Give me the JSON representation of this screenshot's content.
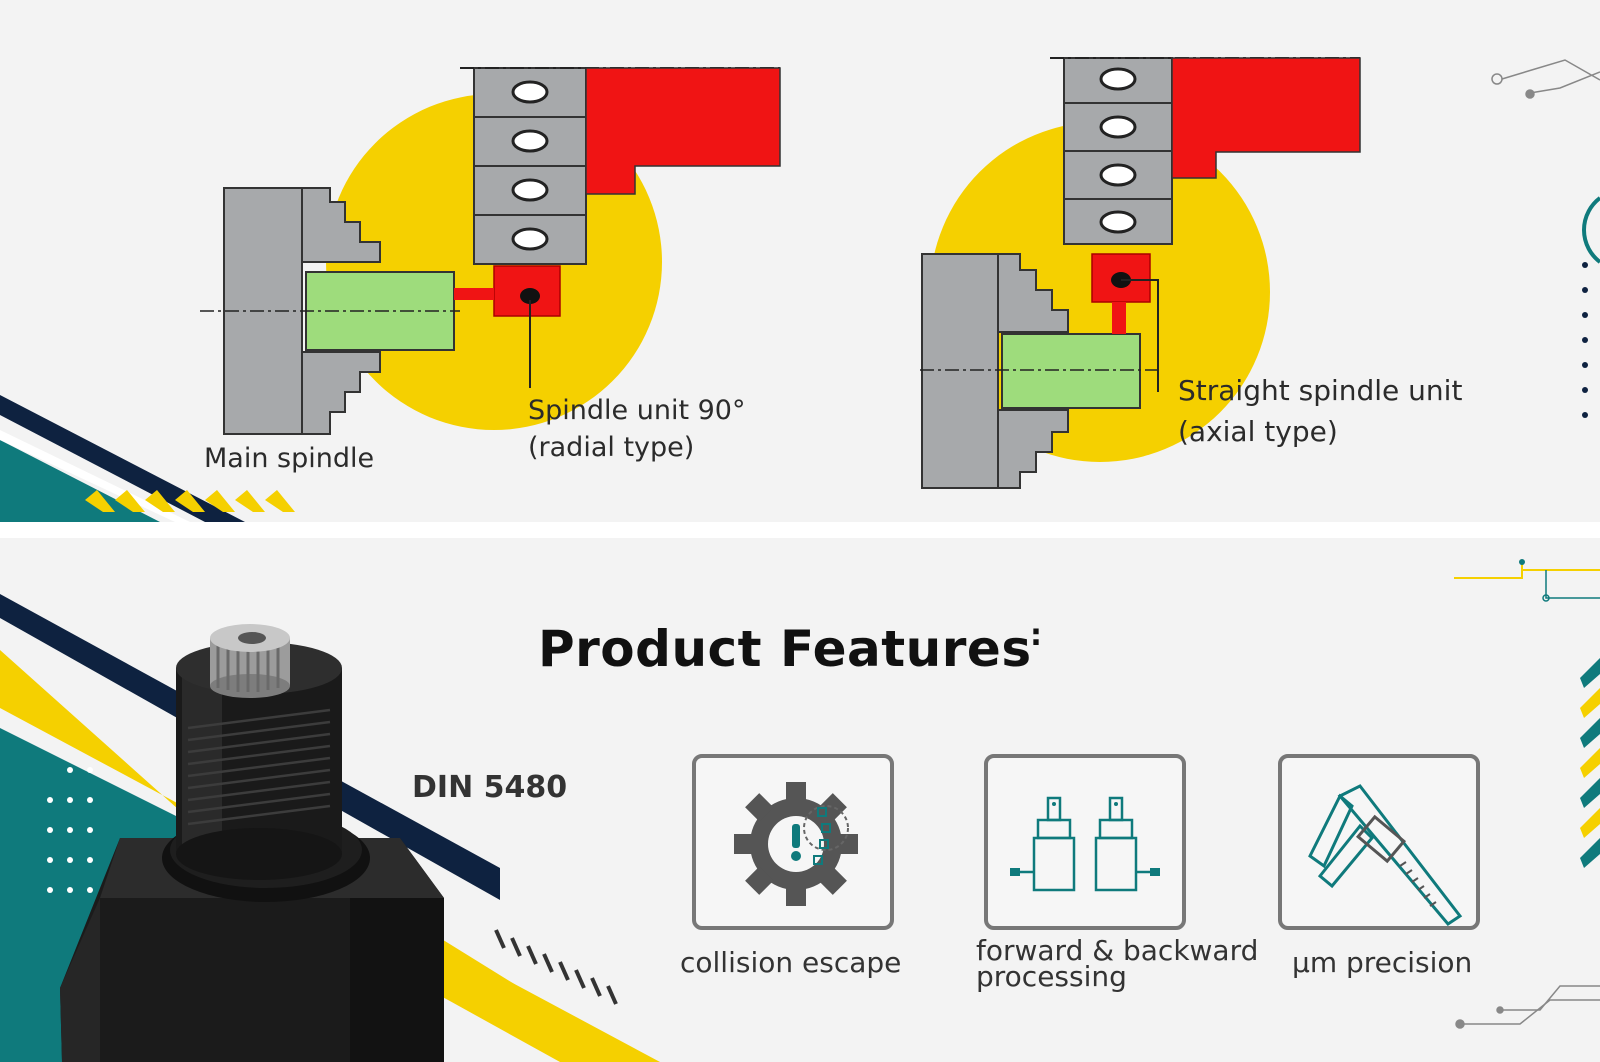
{
  "top_panel": {
    "left_diagram": {
      "main_spindle_label": "Main spindle",
      "unit_label_line1": "Spindle unit 90°",
      "unit_label_line2": "(radial type)"
    },
    "right_diagram": {
      "unit_label_line1": "Straight spindle unit",
      "unit_label_line2": "(axial type)"
    }
  },
  "bottom_panel": {
    "title": "Product Features",
    "title_colon": ":",
    "product_label": "DIN 5480",
    "features": [
      {
        "icon": "gear-alert-icon",
        "label_line1": "collision escape",
        "label_line2": ""
      },
      {
        "icon": "spindle-units-icon",
        "label_line1": "forward & backward",
        "label_line2": "processing"
      },
      {
        "icon": "caliper-icon",
        "label_line1": "μm precision",
        "label_line2": ""
      }
    ]
  },
  "colors": {
    "yellow": "#f5d000",
    "red": "#f01414",
    "green": "#9edc7c",
    "gray": "#a7a9ab",
    "teal": "#0f7a7c",
    "navy": "#0e2240"
  }
}
